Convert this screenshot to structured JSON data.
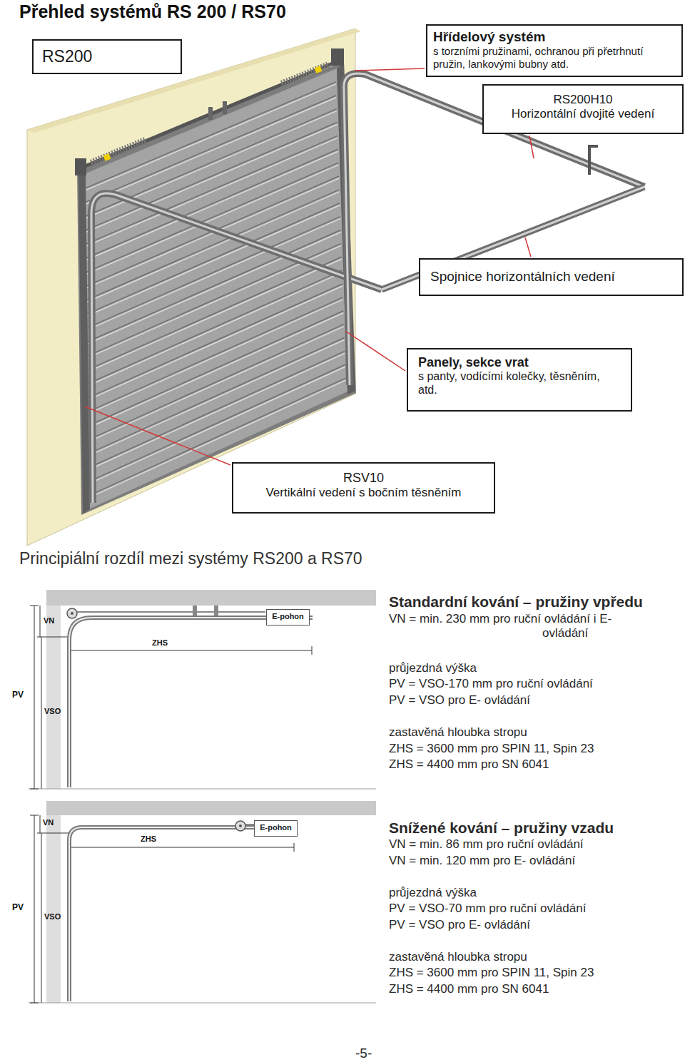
{
  "diagram": {
    "title": "Přehled systémů RS 200 / RS70",
    "nodes": [
      {
        "text": [
          "RS200"
        ]
      },
      {
        "text": [
          "Hřídelový systém",
          "s torzními pružinami, ochranou při přetrhnutí pružin, lankovými bubny atd."
        ]
      },
      {
        "text": [
          "RS200H10",
          "Horizontální dvojité vedení"
        ]
      },
      {
        "text": [
          "Spojnice horizontálních vedení"
        ]
      },
      {
        "text": [
          "Panely, sekce vrat",
          "s panty, vodícími kolečky, těsněním, atd."
        ]
      },
      {
        "text": [
          "RSV10",
          "Vertikální vedení s bočním těsněním"
        ]
      },
      {
        "text": [
          "E-pohon"
        ]
      },
      {
        "text": [
          "E-pohon"
        ]
      }
    ],
    "labels": [
      "Principiální rozdíl mezi systémy RS200 a RS70",
      "Standardní kování – pružiny vpředu",
      "VN = min. 230 mm pro ruční ovládání i E-ovládání",
      "průjezdná výška",
      "PV = VSO-170 mm pro ruční ovládání",
      "PV = VSO pro E- ovládání",
      "zastavěná hloubka stropu",
      "ZHS = 3600 mm pro SPIN 11, Spin 23",
      "ZHS = 4400 mm pro SN 6041",
      "Snížené kování – pružiny vzadu",
      "VN = min. 86 mm pro ruční ovládání",
      "VN = min. 120 mm pro E- ovládání",
      "průjezdná výška",
      "PV = VSO-70 mm pro ruční ovládání",
      "PV = VSO pro E- ovládání",
      "zastavěná hloubka stropu",
      "ZHS = 3600 mm pro SPIN 11, Spin 23",
      "ZHS = 4400 mm pro SN 6041",
      "VN",
      "ZHS",
      "PV",
      "VSO",
      "VN",
      "ZHS",
      "PV",
      "VSO",
      "-5-"
    ]
  }
}
